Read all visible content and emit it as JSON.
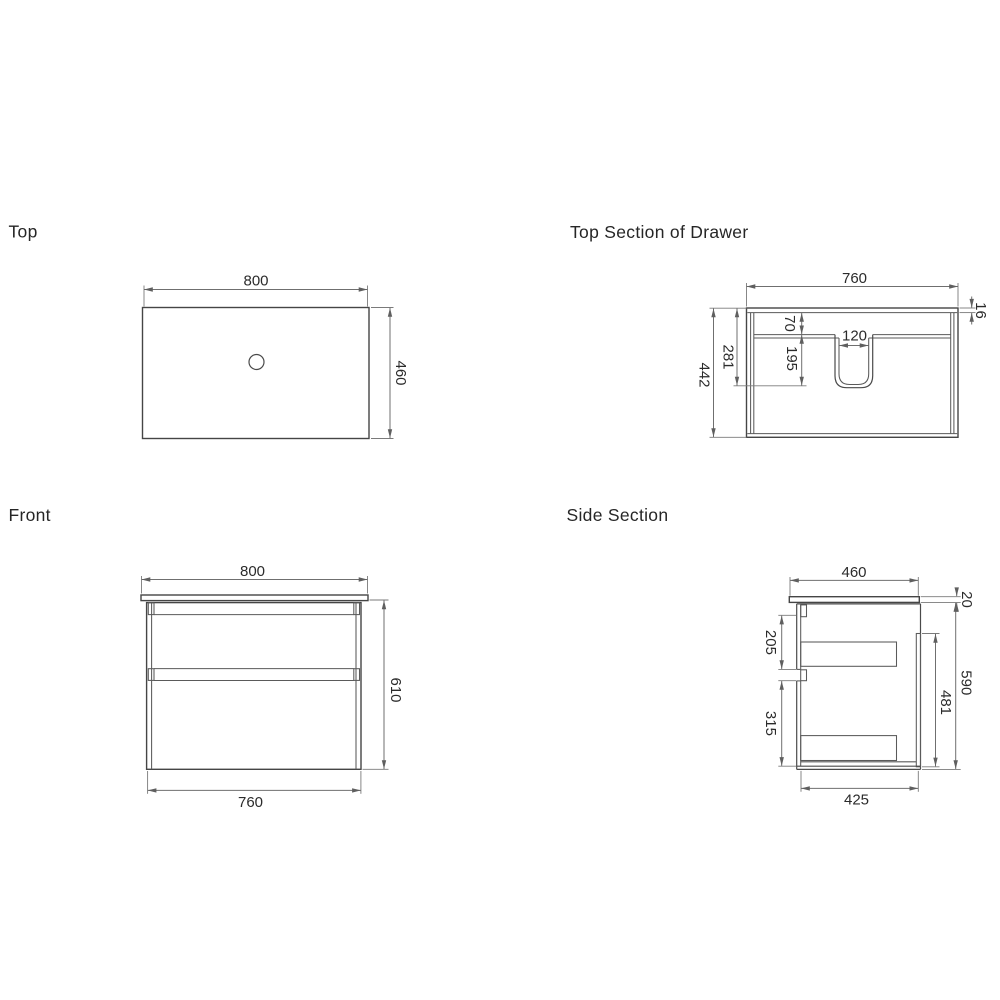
{
  "drawing": {
    "views": {
      "top": {
        "title": "Top",
        "dims": {
          "width": "800",
          "depth": "460"
        }
      },
      "top_section_of_drawer": {
        "title": "Top Section of Drawer",
        "dims": {
          "outer_width": "760",
          "top_panel_thickness": "16",
          "front_to_drawer_gap": "70",
          "cutout_depth": "195",
          "cutout_width": "120",
          "front_to_cutout_depth": "281",
          "overall_depth": "442"
        }
      },
      "front": {
        "title": "Front",
        "dims": {
          "benchtop_width": "800",
          "overall_height": "610",
          "cabinet_width": "760"
        }
      },
      "side_section": {
        "title": "Side Section",
        "dims": {
          "benchtop_depth": "460",
          "benchtop_thickness": "20",
          "top_drawer_front_height": "205",
          "bottom_drawer_front_height": "315",
          "back_rail_height": "481",
          "cabinet_height": "590",
          "cabinet_depth": "425"
        }
      }
    }
  }
}
